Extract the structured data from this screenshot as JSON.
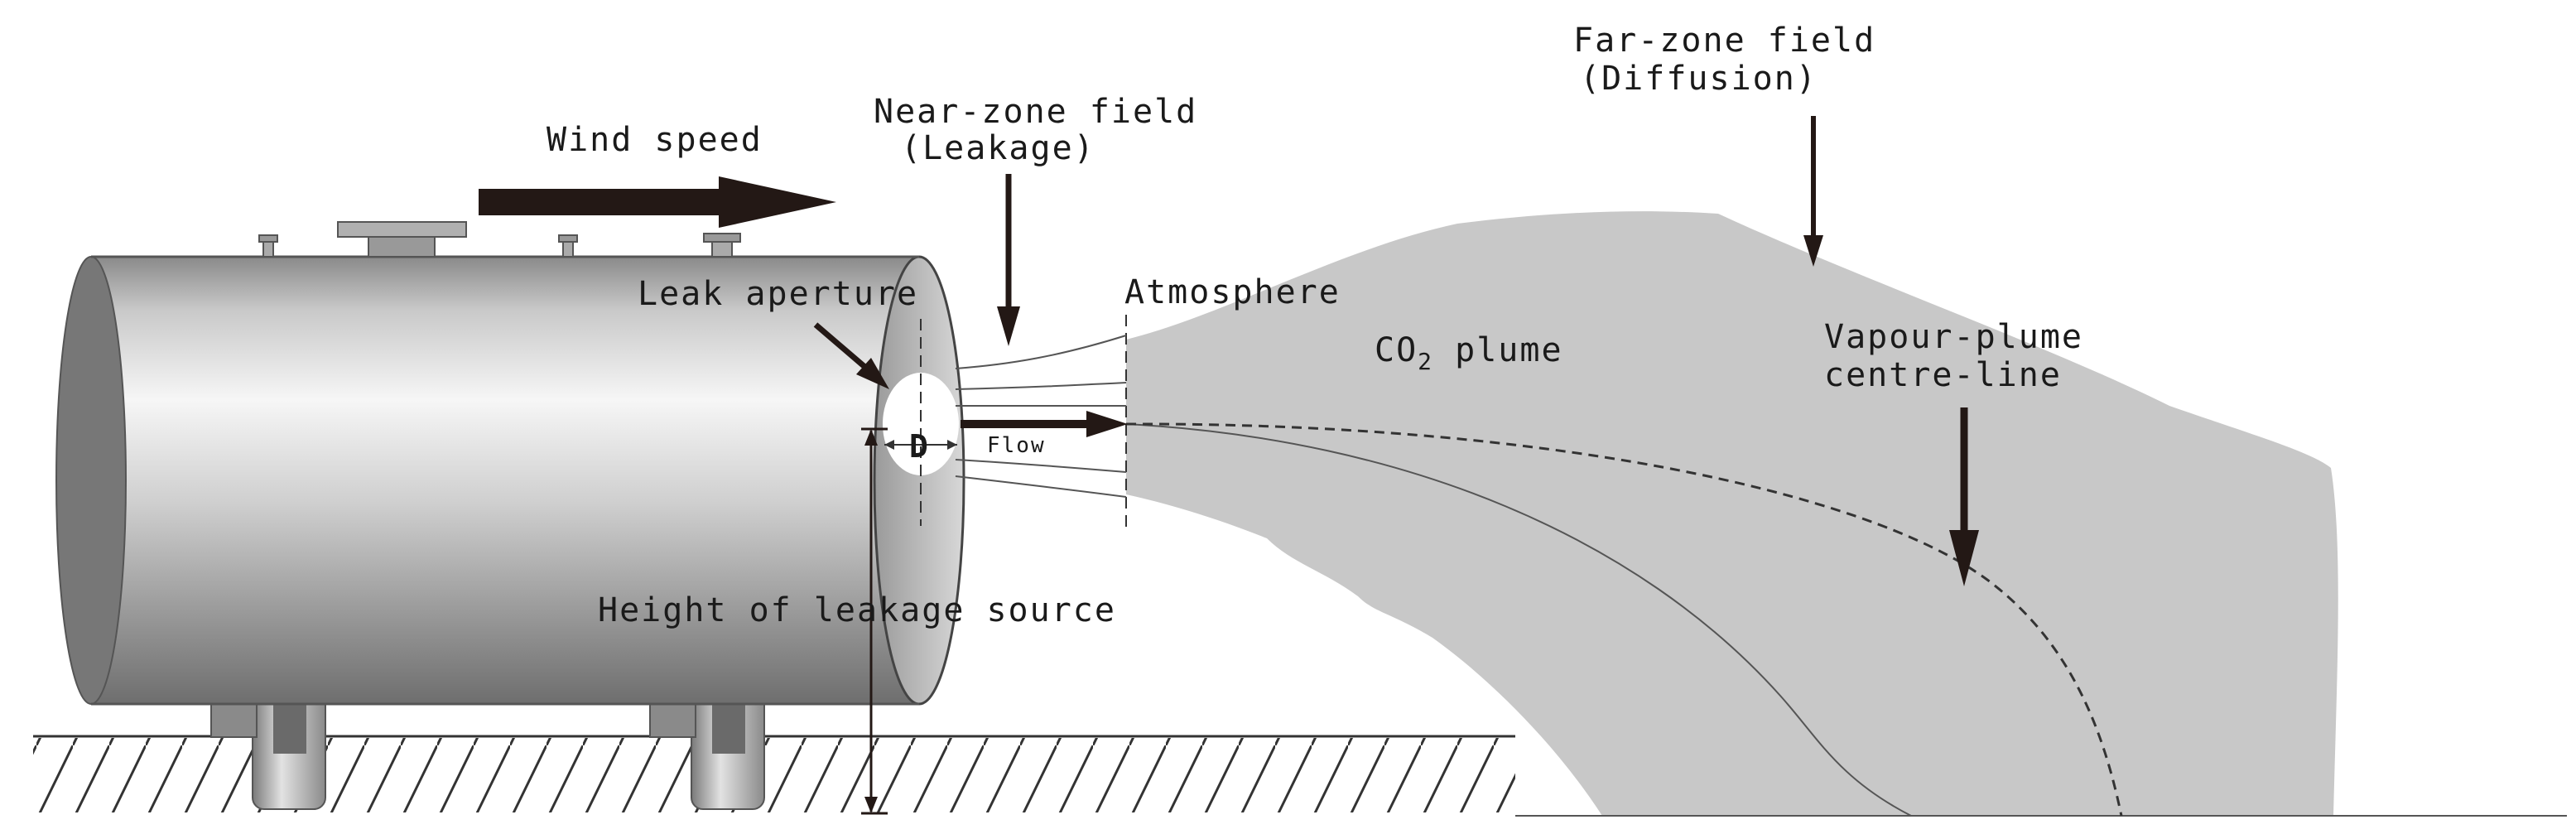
{
  "labels": {
    "wind_speed": "Wind speed",
    "near_zone_line1": "Near-zone field",
    "near_zone_line2": "(Leakage)",
    "far_zone_line1": "Far-zone field",
    "far_zone_line2": "(Diffusion)",
    "leak_aperture": "Leak aperture",
    "atmosphere": "Atmosphere",
    "co2_plume_prefix": "CO",
    "co2_plume_sub": "2",
    "co2_plume_suffix": " plume",
    "vapour_line1": "Vapour-plume",
    "vapour_line2": "centre-line",
    "diameter": "D",
    "flow": "Flow",
    "height_source": "Height of leakage source"
  },
  "colors": {
    "plume": "#c8c8c8",
    "arrow": "#231815",
    "line": "#333333"
  }
}
